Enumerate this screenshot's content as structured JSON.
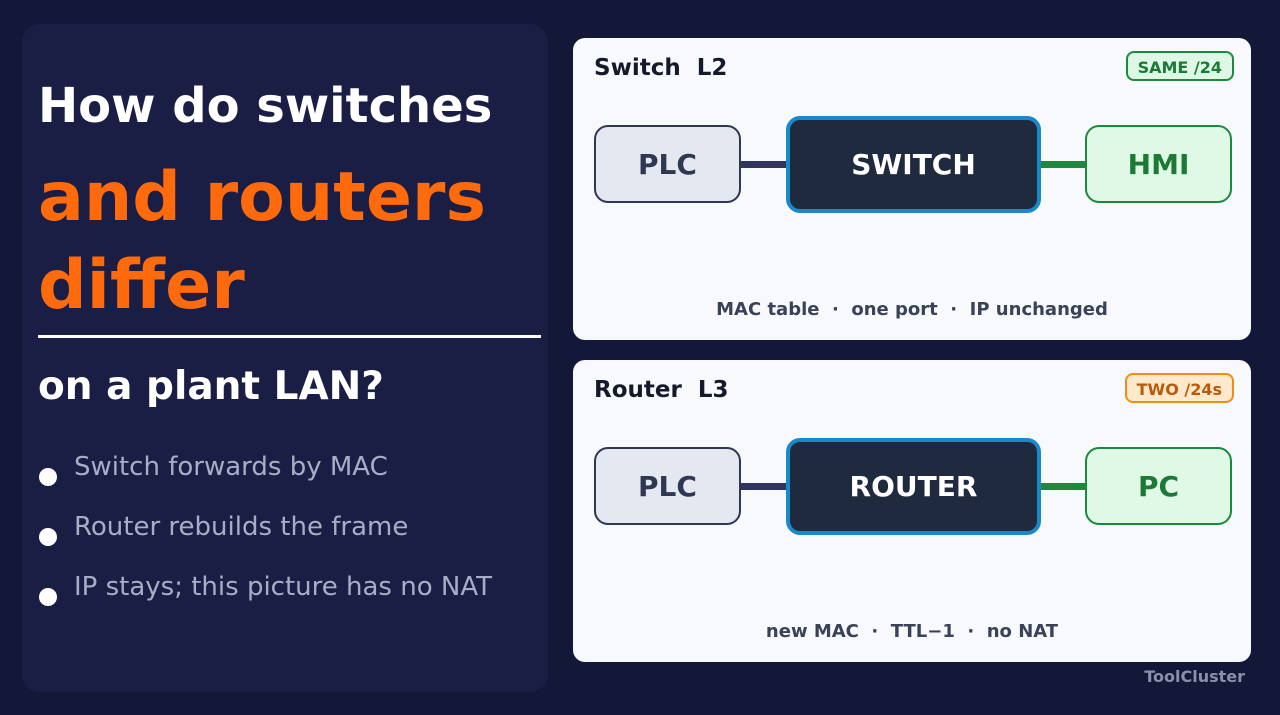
{
  "headline": {
    "line1": "How do switches",
    "accent": "and routers differ",
    "subtitle": "on a plant LAN?"
  },
  "bullets": [
    "Switch forwards by MAC",
    "Router rebuilds the frame",
    "IP stays; this picture has no NAT"
  ],
  "switch_card": {
    "title": "Switch  L2",
    "badge": "SAME /24",
    "left_node": "PLC",
    "center_node": "SWITCH",
    "right_node": "HMI",
    "caption": "MAC table  ·  one port  ·  IP unchanged"
  },
  "router_card": {
    "title": "Router  L3",
    "badge": "TWO /24s",
    "left_node": "PLC",
    "center_node": "ROUTER",
    "right_node": "PC",
    "caption": "new MAC  ·  TTL−1  ·  no NAT"
  },
  "brand": "ToolCluster",
  "colors": {
    "background": "#141838",
    "accent": "#ff6a0d",
    "device_border": "#1a88c9",
    "green": "#1c8a3c",
    "orange": "#f28c18"
  }
}
